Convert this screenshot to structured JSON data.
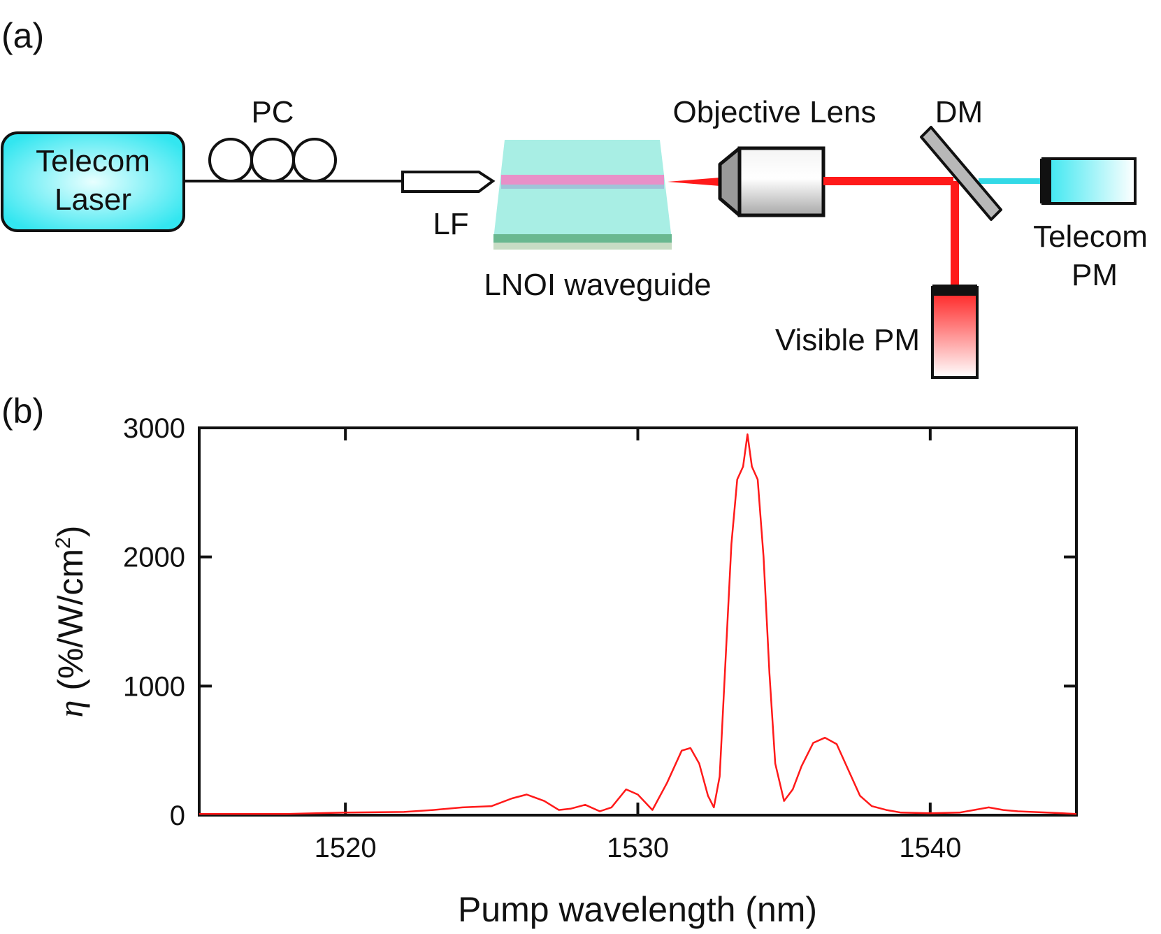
{
  "panel_a": {
    "panel_label": "(a)",
    "telecom_laser": [
      "Telecom",
      "Laser"
    ],
    "pc": "PC",
    "lf": "LF",
    "waveguide": "LNOI waveguide",
    "objective": "Objective Lens",
    "dm": "DM",
    "telecom_pm": [
      "Telecom",
      "PM"
    ],
    "visible_pm": "Visible PM",
    "colors": {
      "laser_box": "#33e6f0",
      "beam_visible": "#ff1a1a",
      "beam_telecom": "#33d9e6",
      "waveguide_body": "#a8eee4",
      "waveguide_core": "#e890c8",
      "substrate": "#6ab890"
    }
  },
  "panel_b": {
    "panel_label": "(b)"
  },
  "chart_data": {
    "type": "line",
    "xlabel": "Pump wavelength (nm)",
    "ylabel_symbol": "η",
    "ylabel_units": " (%/W/cm",
    "ylabel_superscript": "2",
    "ylabel_close": ")",
    "xlim": [
      1515,
      1545
    ],
    "ylim": [
      0,
      3000
    ],
    "xticks": [
      1520,
      1530,
      1540
    ],
    "yticks": [
      0,
      1000,
      2000,
      3000
    ],
    "line_color": "#ff1a1a",
    "series": [
      {
        "x": [
          1515,
          1518,
          1520,
          1522,
          1523,
          1524,
          1525,
          1525.7,
          1526.2,
          1526.8,
          1527.3,
          1527.7,
          1528.2,
          1528.7,
          1529.1,
          1529.6,
          1530.0,
          1530.5,
          1531.0,
          1531.5,
          1531.8,
          1532.1,
          1532.4,
          1532.6,
          1532.8,
          1533.0,
          1533.2,
          1533.4,
          1533.6,
          1533.75,
          1533.9,
          1534.1,
          1534.3,
          1534.5,
          1534.7,
          1535.0,
          1535.3,
          1535.6,
          1536.0,
          1536.4,
          1536.8,
          1537.2,
          1537.6,
          1538.0,
          1538.5,
          1539.0,
          1540.0,
          1541.0,
          1541.5,
          1542.0,
          1542.5,
          1543.0,
          1544.0,
          1545.0
        ],
        "values": [
          10,
          10,
          20,
          25,
          40,
          60,
          70,
          130,
          160,
          110,
          40,
          50,
          80,
          30,
          60,
          200,
          160,
          40,
          250,
          500,
          520,
          400,
          150,
          60,
          300,
          1200,
          2100,
          2600,
          2700,
          2950,
          2700,
          2600,
          2000,
          1100,
          400,
          110,
          200,
          380,
          560,
          600,
          550,
          350,
          150,
          70,
          40,
          20,
          15,
          20,
          40,
          60,
          40,
          30,
          20,
          10
        ]
      }
    ]
  }
}
